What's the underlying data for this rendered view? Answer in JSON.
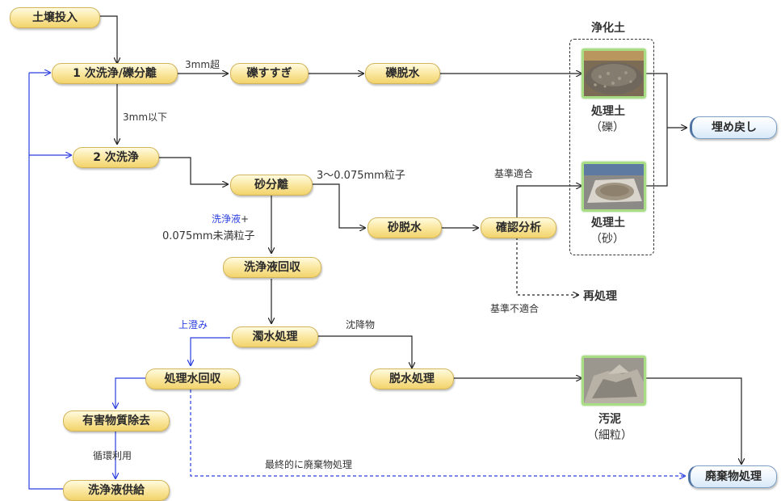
{
  "nodes": {
    "soil_input": "土壌投入",
    "primary_wash": "1 次洗浄/礫分離",
    "gravel_screen": "礫すすぎ",
    "gravel_dewater": "礫脱水",
    "secondary_wash": "2 次洗浄",
    "sand_separation": "砂分離",
    "sand_dewater": "砂脱水",
    "confirm_analysis": "確認分析",
    "wash_recovery": "洗浄液回収",
    "turbid_treatment": "濁水処理",
    "treated_water_recovery": "処理水回収",
    "dewater_treatment": "脱水処理",
    "hazardous_removal": "有害物質除去",
    "wash_supply": "洗浄液供給",
    "backfill": "埋め戻し",
    "waste_treatment": "廃棄物処理"
  },
  "labels": {
    "over_3mm": "3mm超",
    "under_3mm": "3mm以下",
    "particles": "3～0.075mm粒子",
    "wash_liquid": "洗浄液",
    "plus": "+",
    "fine_particles": "0.075mm未満粒子",
    "standard_ok": "基準適合",
    "standard_ng": "基準不適合",
    "reprocess": "再処理",
    "supernatant": "上澄み",
    "sediment": "沈降物",
    "recycle": "循環利用",
    "final_waste": "最終的に廃棄物処理",
    "purified_soil": "浄化土",
    "treated_soil_gravel_1": "処理土",
    "treated_soil_gravel_2": "（礫）",
    "treated_soil_sand_1": "処理土",
    "treated_soil_sand_2": "（砂）",
    "sludge_1": "汚泥",
    "sludge_2": "（細粒）"
  },
  "colors": {
    "node_fill": "#f6dc86",
    "node_border": "#d2b458",
    "blue_line": "#2b3fe0",
    "photo_frame": "#a8dd86"
  }
}
